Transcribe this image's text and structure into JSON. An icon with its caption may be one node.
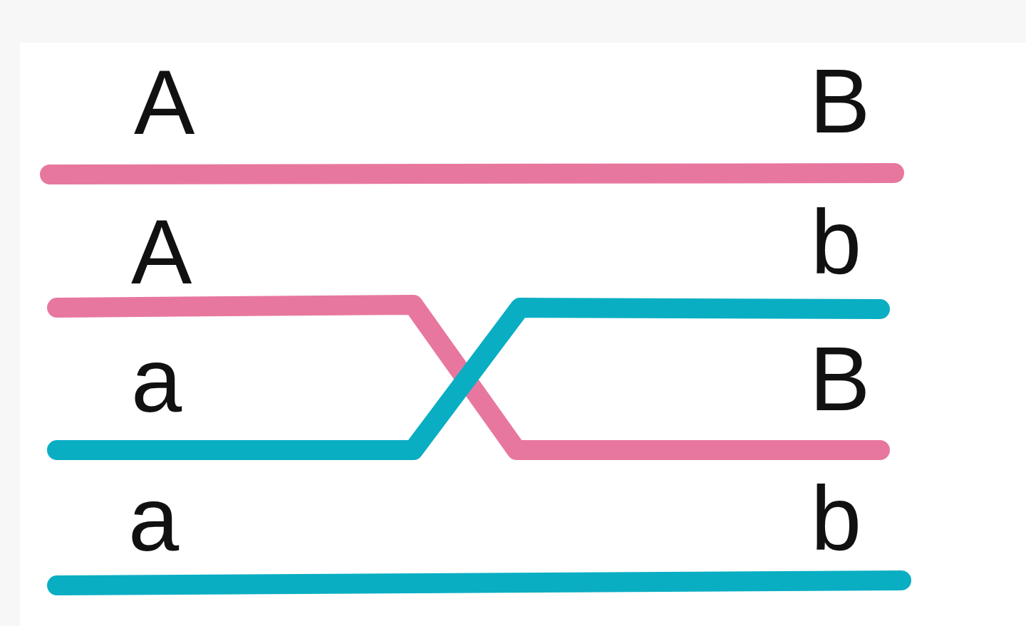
{
  "diagram": {
    "labels": [
      "A",
      "B",
      "A",
      "b",
      "a",
      "B",
      "a",
      "b"
    ]
  }
}
